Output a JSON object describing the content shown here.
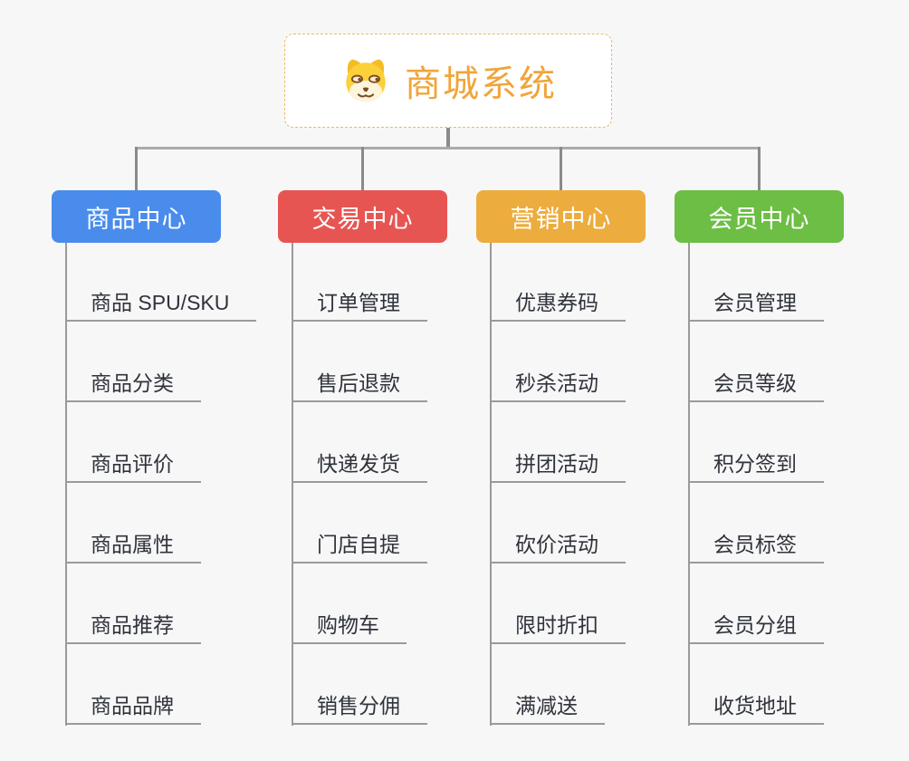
{
  "root": {
    "title": "商城系统",
    "icon": "dog-face-icon"
  },
  "colors": {
    "background": "#F7F7F7",
    "root_border": "#EFB95D",
    "root_title": "#F0A53A",
    "connector_dark": "#8A8A8A",
    "connector_light": "#ABABAB",
    "leaf_line": "#9A9A9A",
    "leaf_text": "#2F333B",
    "branch_text": "#FFFFFF"
  },
  "branches": [
    {
      "id": "product",
      "label": "商品中心",
      "color": "#4A8CEC",
      "items": [
        "商品 SPU/SKU",
        "商品分类",
        "商品评价",
        "商品属性",
        "商品推荐",
        "商品品牌"
      ]
    },
    {
      "id": "trade",
      "label": "交易中心",
      "color": "#E75552",
      "items": [
        "订单管理",
        "售后退款",
        "快递发货",
        "门店自提",
        "购物车",
        "销售分佣"
      ]
    },
    {
      "id": "marketing",
      "label": "营销中心",
      "color": "#EDAC3E",
      "items": [
        "优惠券码",
        "秒杀活动",
        "拼团活动",
        "砍价活动",
        "限时折扣",
        "满减送"
      ]
    },
    {
      "id": "member",
      "label": "会员中心",
      "color": "#6CBE44",
      "items": [
        "会员管理",
        "会员等级",
        "积分签到",
        "会员标签",
        "会员分组",
        "收货地址"
      ]
    }
  ]
}
